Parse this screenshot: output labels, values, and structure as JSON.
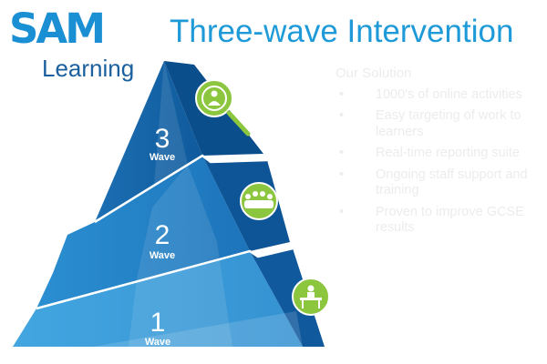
{
  "logo": {
    "main": "SAM",
    "sub": "Learning"
  },
  "title": "Three-wave Intervention",
  "solution": {
    "heading": "Our Solution",
    "items": [
      "1000's of online activities",
      "Easy targeting of work to learners",
      "Real-time reporting suite",
      "Ongoing staff support and training",
      "Proven to improve GCSE results"
    ]
  },
  "waves": [
    {
      "number": "3",
      "label": "Wave",
      "icon": "magnifier-person-icon"
    },
    {
      "number": "2",
      "label": "Wave",
      "icon": "group-people-icon"
    },
    {
      "number": "1",
      "label": "Wave",
      "icon": "person-desk-icon"
    }
  ],
  "colors": {
    "brand": "#1b8fd4",
    "icon_green": "#8cc63f",
    "tier_dark": "#0d4f8f"
  }
}
